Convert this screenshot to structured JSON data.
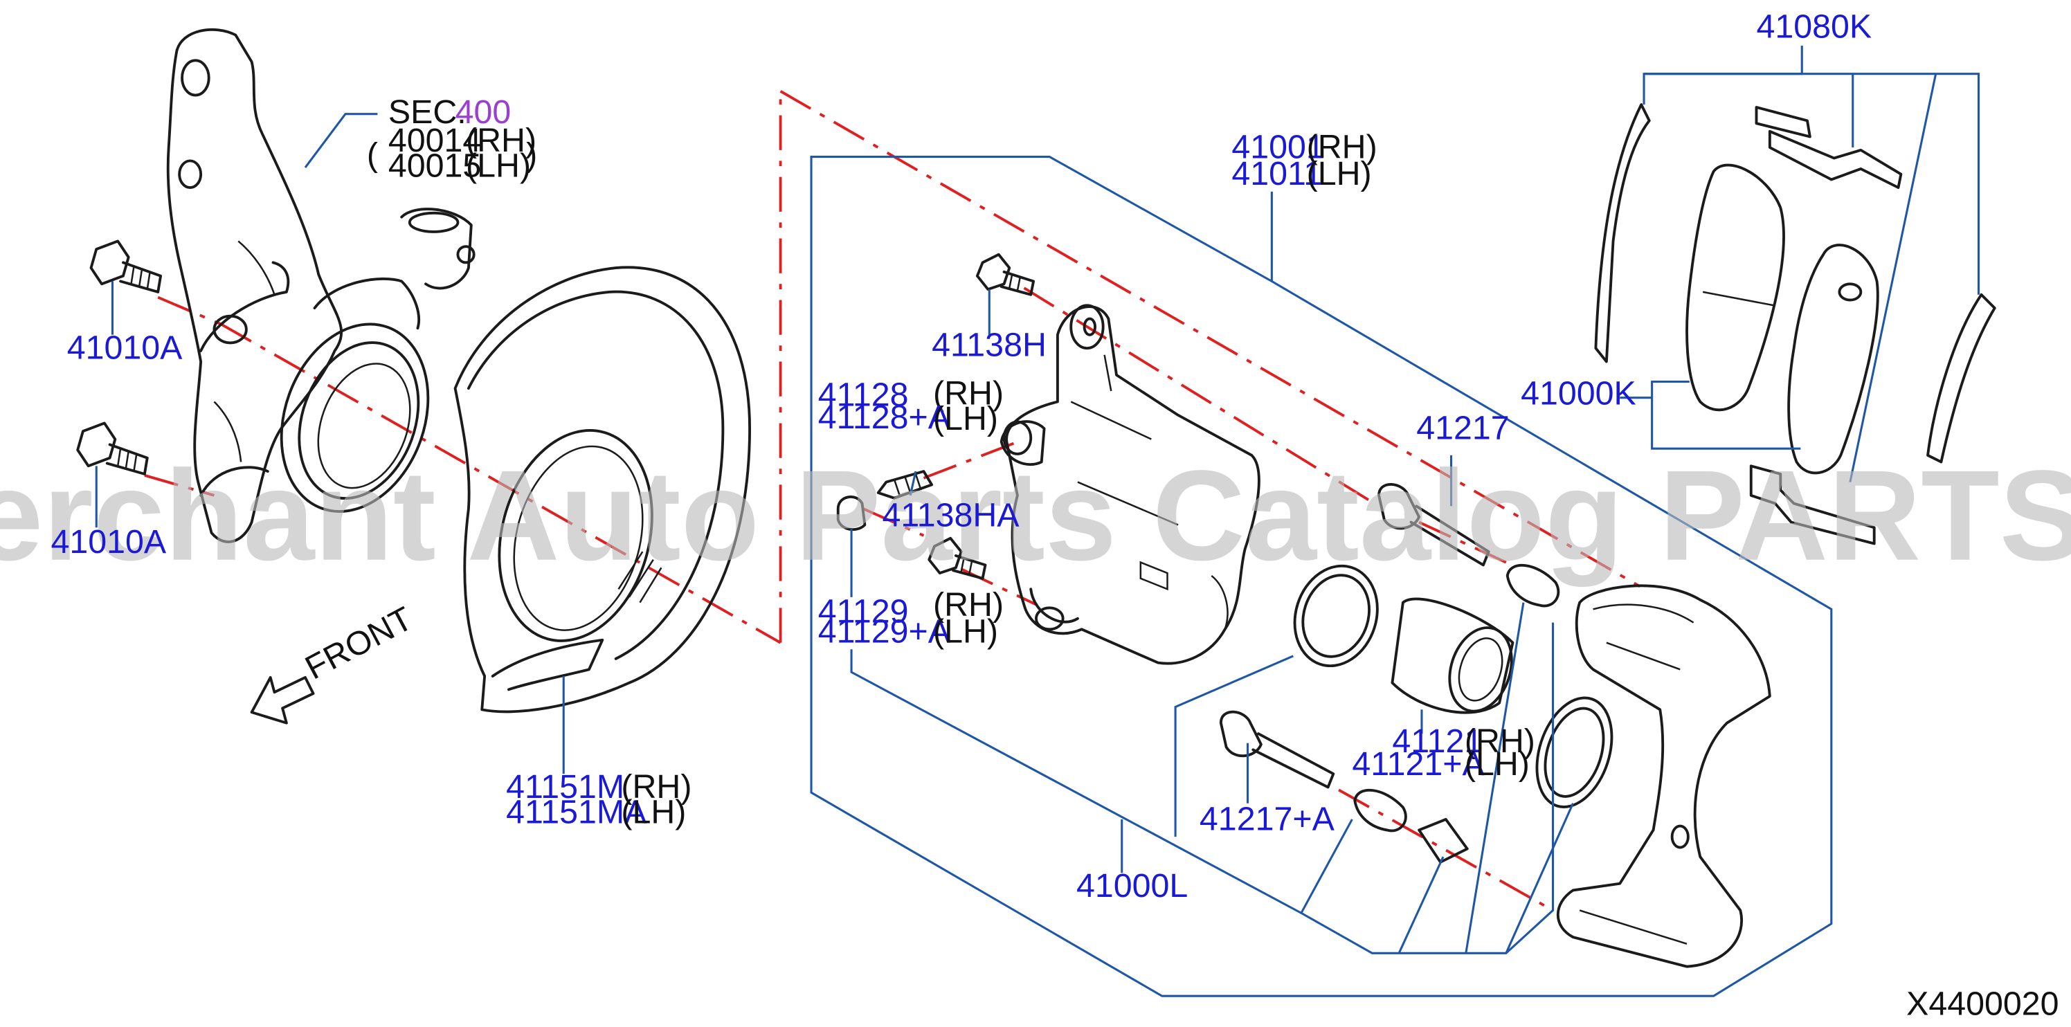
{
  "watermark": "Offers Merchant Auto Parts Catalog PARTSTORE.SA",
  "diagram_id": "X4400020",
  "front_label": "FRONT",
  "sec": {
    "prefix": "SEC.",
    "number": "400",
    "rh_part": "40014",
    "lh_part": "40015",
    "rh": "(RH)",
    "lh": "(LH)"
  },
  "labels": {
    "p41010A_top": "41010A",
    "p41010A_bottom": "41010A",
    "p41151M": "41151M",
    "p41151M_side": "(RH)",
    "p41151MA": "41151MA",
    "p41151MA_side": "(LH)",
    "p41001": "41001",
    "p41001_side": "(RH)",
    "p41011": "41011",
    "p41011_side": "(LH)",
    "p41138H": "41138H",
    "p41138HA": "41138HA",
    "p41128": "41128",
    "p41128_side": "(RH)",
    "p41128A": "41128+A",
    "p41128A_side": "(LH)",
    "p41129": "41129",
    "p41129_side": "(RH)",
    "p41129A": "41129+A",
    "p41129A_side": "(LH)",
    "p41217": "41217",
    "p41217A": "41217+A",
    "p41121": "41121",
    "p41121_side": "(RH)",
    "p41121A": "41121+A",
    "p41121A_side": "(LH)",
    "p41000L": "41000L",
    "p41080K": "41080K",
    "p41000K": "41000K"
  },
  "colors": {
    "label": "#1a1ad6",
    "leader": "#1f57a8",
    "axis": "#e02020",
    "section": "#9a3fd0"
  }
}
